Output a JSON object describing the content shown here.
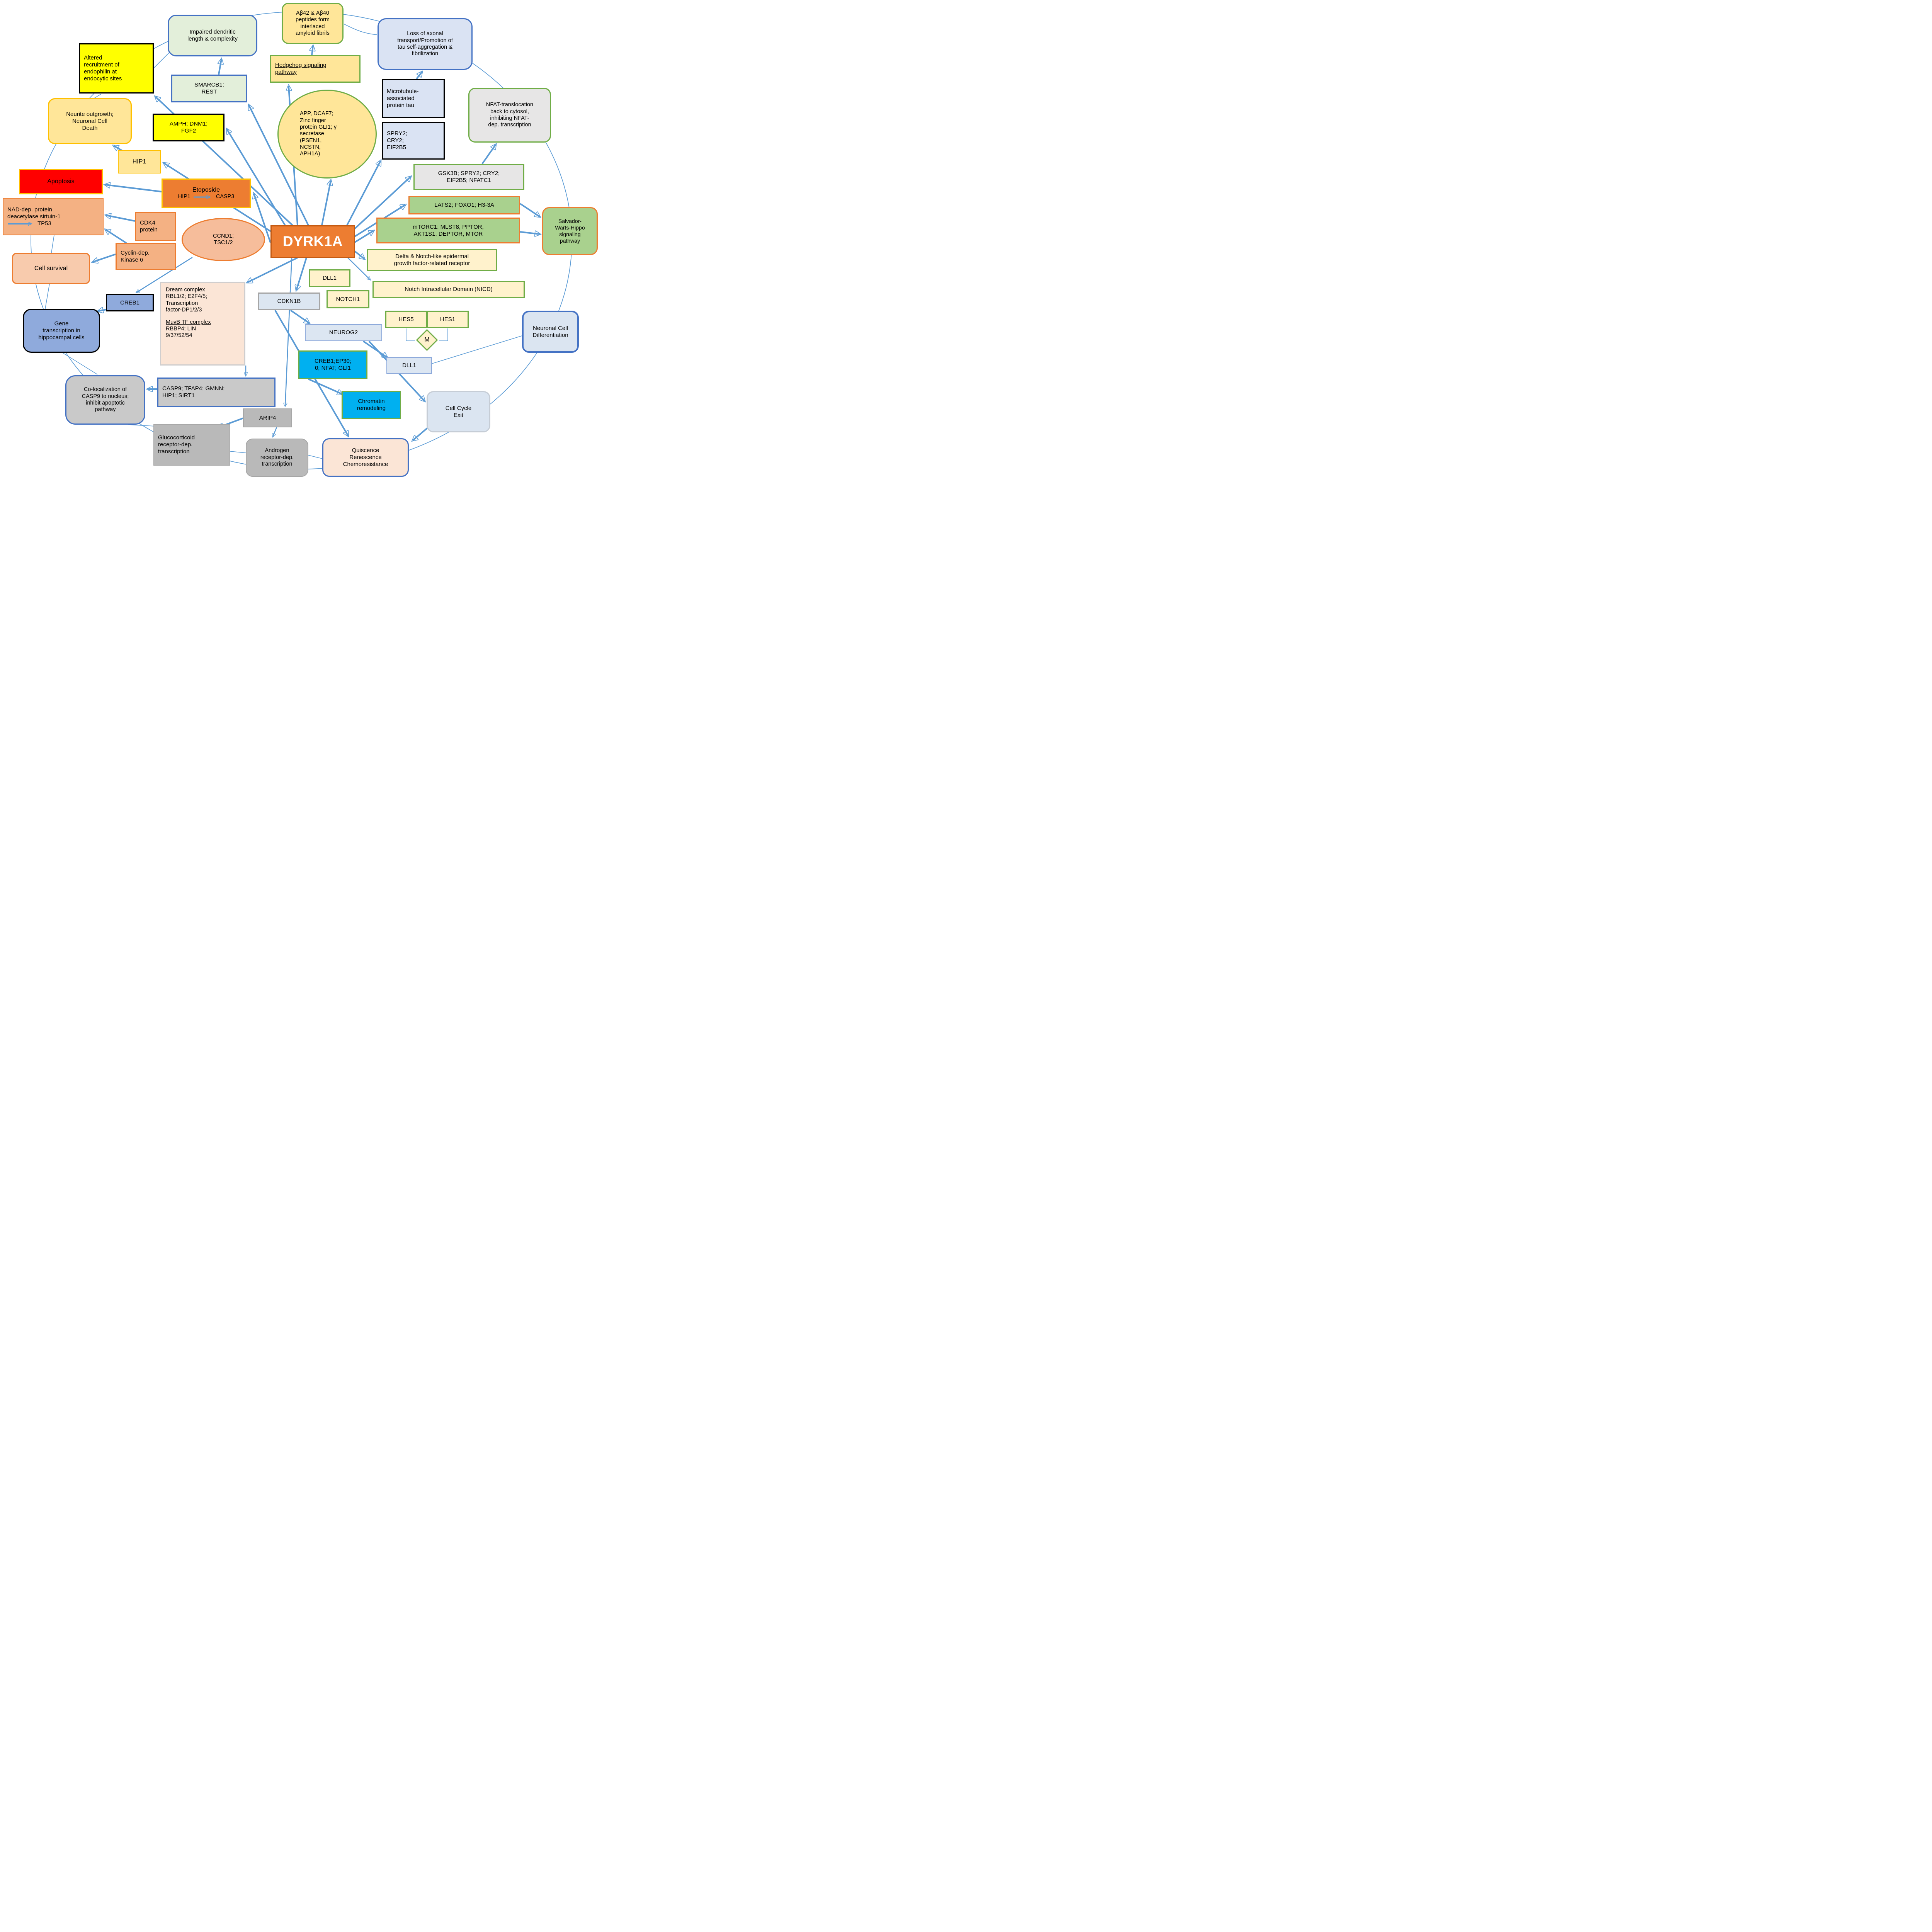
{
  "diagram": {
    "hub": "DYRK1A",
    "arrow_color": "#5b9bd5",
    "nodes": {
      "impaired_dendritic": {
        "label": "Impaired dendritic\nlength & complexity"
      },
      "altered_recruitment": {
        "label": "Altered\nrecruitment of\nendophilin at\nendocytic sites"
      },
      "smarcb1_rest": {
        "label": "SMARCB1;\nREST"
      },
      "ab42": {
        "label": "Aβ42 & Aβ40\npeptides form\ninterlaced\namyloid fibrils"
      },
      "hedgehog": {
        "label": "Hedgehog signaling\npathway"
      },
      "loss_axonal": {
        "label": "Loss of axonal\ntransport/Promotion of\ntau self-aggregation &\nfibrilization"
      },
      "microtubule_tau": {
        "label": "Microtubule-\nassociated\nprotein tau"
      },
      "spry2_cry2": {
        "label": "SPRY2;\nCRY2;\nEIF2B5"
      },
      "nfat_translocation": {
        "label": "NFAT-translocation\nback to cytosol,\ninhibiting NFAT-\ndep. transcription"
      },
      "app_circle": {
        "label": "APP, DCAF7;\nZinc finger\nprotein GLI1; γ\nsecretase\n(PSEN1,\nNCSTN,\nAPH1A)"
      },
      "neurite": {
        "label": "Neurite outgrowth;\nNeuronal Cell\nDeath"
      },
      "amph": {
        "label": "AMPH; DNM1;\nFGF2"
      },
      "hip1": {
        "label": "HIP1"
      },
      "apoptosis": {
        "label": "Apoptosis"
      },
      "etoposide": {
        "title": "Etoposide",
        "from": "HIP1",
        "to": "CASP3"
      },
      "nad": {
        "line1": "NAD-dep. protein",
        "line2": "deacetylase sirtuin-1",
        "tp53": "TP53"
      },
      "cdk4": {
        "label": "CDK4\nprotein"
      },
      "cyclin6": {
        "label": "Cyclin-dep.\nKinase 6"
      },
      "ccnd1": {
        "label": "CCND1;\nTSC1/2"
      },
      "dyrk1a": {
        "label": "DYRK1A"
      },
      "cell_survival": {
        "label": "Cell survival"
      },
      "gsk3b": {
        "label": "GSK3B; SPRY2; CRY2;\nEIF2B5; NFATC1"
      },
      "lats2": {
        "label": "LATS2; FOXO1; H3-3A"
      },
      "mtorc1": {
        "label": "mTORC1: MLST8, PPTOR,\nAKT1S1, DEPTOR, MTOR"
      },
      "salvador": {
        "label": "Salvador-\nWarts-Hippo\nsignaling\npathway"
      },
      "delta_notch": {
        "label": "Delta & Notch-like epidermal\ngrowth factor-related receptor"
      },
      "dll1_upper": {
        "label": "DLL1"
      },
      "nicd": {
        "label": "Notch Intracellular Domain (NICD)"
      },
      "notch1": {
        "label": "NOTCH1"
      },
      "cdkn1b": {
        "label": "CDKN1B"
      },
      "hes5": {
        "label": "HES5"
      },
      "hes1": {
        "label": "HES1"
      },
      "m": {
        "label": "M"
      },
      "neurog2": {
        "label": "NEUROG2"
      },
      "dream": {
        "title1": "Dream complex",
        "body1": "RBL1/2; E2F4/5;\nTranscription\nfactor-DP1/2/3",
        "title2": "MuvB TF complex",
        "body2": "RBBP4; LIN\n9/37/52/54"
      },
      "creb1": {
        "label": "CREB1"
      },
      "gene_transcription": {
        "label": "Gene\ntranscription in\nhippocampal cells"
      },
      "creb1_ep300": {
        "label": "CREB1;EP30;\n0; NFAT; GLI1"
      },
      "dll1_lower": {
        "label": "DLL1"
      },
      "neuronal_diff": {
        "label": "Neuronal Cell\nDifferentiation"
      },
      "colocalization": {
        "label": "Co-localization of\nCASP9 to nucleus;\ninhibit apoptotic\npathway"
      },
      "casp9_complex": {
        "label": "CASP9; TFAP4; GMNN;\nHIP1; SIRT1"
      },
      "arip4": {
        "label": "ARIP4"
      },
      "glucocorticoid": {
        "label": "Glucocorticoid\nreceptor-dep.\ntranscription"
      },
      "androgen": {
        "label": "Androgen\nreceptor-dep.\ntranscription"
      },
      "chromatin": {
        "label": "Chromatin\nremodeling"
      },
      "cell_cycle_exit": {
        "label": "Cell Cycle\nExit"
      },
      "quiscence": {
        "label": "Quiscence\nRenescence\nChemoresistance"
      }
    }
  }
}
